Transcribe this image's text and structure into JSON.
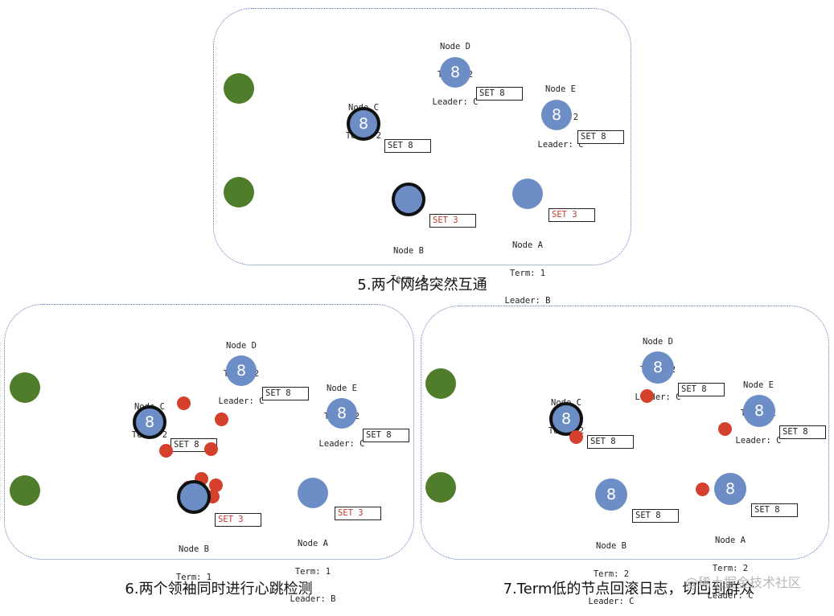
{
  "panels": [
    {
      "caption": "5.两个网络突然互通",
      "nodes": {
        "d": {
          "name": "Node D",
          "term": "Term: 2",
          "leader": "Leader: C",
          "value": "8",
          "entry": "SET 8"
        },
        "e": {
          "name": "Node E",
          "term": "Term: 2",
          "leader": "Leader: C",
          "value": "8",
          "entry": "SET 8"
        },
        "c": {
          "name": "Node C",
          "term": "Term: 2",
          "value": "8",
          "entry": "SET 8"
        },
        "b": {
          "name": "Node B",
          "term": "Term: 1",
          "entry": "SET 3"
        },
        "a": {
          "name": "Node A",
          "term": "Term: 1",
          "leader": "Leader: B",
          "entry": "SET 3"
        }
      }
    },
    {
      "caption": "6.两个领袖同时进行心跳检测",
      "nodes": {
        "d": {
          "name": "Node D",
          "term": "Term: 2",
          "leader": "Leader: C",
          "value": "8",
          "entry": "SET 8"
        },
        "e": {
          "name": "Node E",
          "term": "Term: 2",
          "leader": "Leader: C",
          "value": "8",
          "entry": "SET 8"
        },
        "c": {
          "name": "Node C",
          "term": "Term: 2",
          "value": "8",
          "entry": "SET 8"
        },
        "b": {
          "name": "Node B",
          "term": "Term: 1",
          "entry": "SET 3"
        },
        "a": {
          "name": "Node A",
          "term": "Term: 1",
          "leader": "Leader: B",
          "entry": "SET 3"
        }
      }
    },
    {
      "caption": "7.Term低的节点回滚日志，切回到群众",
      "nodes": {
        "d": {
          "name": "Node D",
          "term": "Term: 2",
          "leader": "Leader: C",
          "value": "8",
          "entry": "SET 8"
        },
        "e": {
          "name": "Node E",
          "term": "Term: 2",
          "leader": "Leader: C",
          "value": "8",
          "entry": "SET 8"
        },
        "c": {
          "name": "Node C",
          "term": "Term: 2",
          "value": "8",
          "entry": "SET 8"
        },
        "b": {
          "name": "Node B",
          "term": "Term: 2",
          "leader": "Leader: C",
          "value": "8",
          "entry": "SET 8"
        },
        "a": {
          "name": "Node A",
          "term": "Term: 2",
          "leader": "Leader: C",
          "value": "8",
          "entry": "SET 8"
        }
      }
    }
  ],
  "watermark": "@稀土掘金技术社区",
  "colors": {
    "node": "#6c8dc6",
    "client": "#4f7d2b",
    "heartbeat": "#d5402c",
    "stale_entry": "#c0392b",
    "border": "#5b78b8"
  }
}
